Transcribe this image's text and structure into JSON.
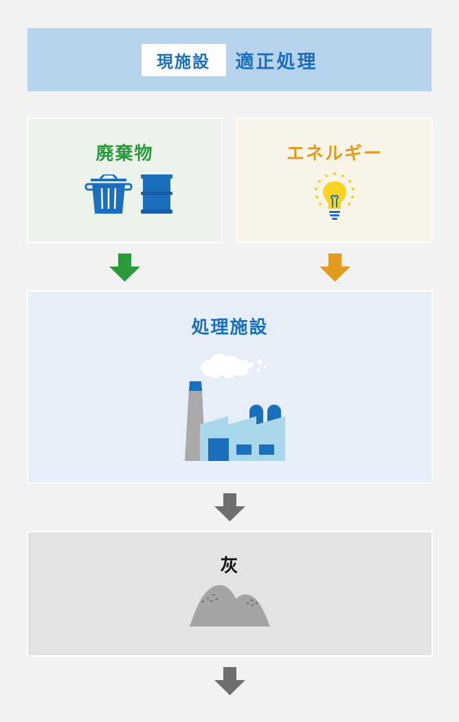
{
  "header": {
    "badge": "現施設",
    "title": "適正処理"
  },
  "waste": {
    "title": "廃棄物",
    "color": "#2a9a3a"
  },
  "energy": {
    "title": "エネルギー",
    "color": "#e39a1e"
  },
  "facility": {
    "title": "処理施設",
    "color": "#1c6fbd"
  },
  "ash": {
    "title": "灰",
    "color": "#111111"
  },
  "icons": [
    "trash-can-icon",
    "oil-drum-icon",
    "light-bulb-icon",
    "factory-icon",
    "ash-pile-icon"
  ],
  "colors": {
    "green": "#2a9a3a",
    "orange": "#e39a1e",
    "blue": "#1c6fbd",
    "gray": "#6e6e6e"
  }
}
